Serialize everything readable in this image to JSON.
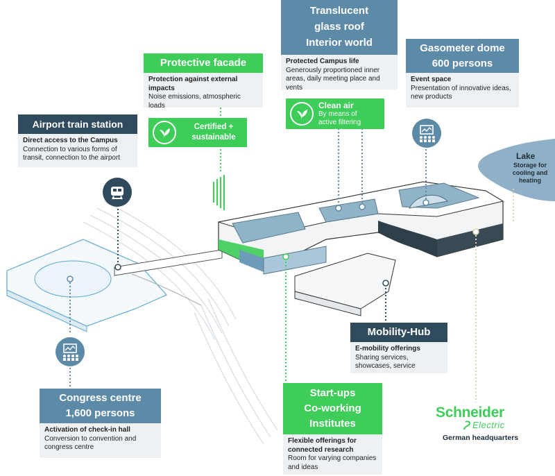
{
  "lake": {
    "title": "Lake",
    "line1": "Storage for",
    "line2": "cooling and",
    "line3": "heating"
  },
  "airport": {
    "title": "Airport train station",
    "bold": "Direct access to the Campus",
    "text": "Connection to various forms of transit, connection to the airport"
  },
  "facade": {
    "title": "Protective facade",
    "bold": "Protection against external impacts",
    "text": "Noise emissions, atmospheric loads",
    "badge1": "Certified +",
    "badge2": "sustainable"
  },
  "roof": {
    "line1": "Translucent",
    "line2": "glass roof",
    "line3": "Interior world",
    "bold": "Protected Campus life",
    "text": "Generously proportioned inner areas, daily meeting place and vents"
  },
  "cleanair": {
    "title": "Clean air",
    "line1": "By means of",
    "line2": "active filtering"
  },
  "dome": {
    "line1": "Gasometer dome",
    "line2": "600 persons",
    "bold": "Event space",
    "text": "Presentation of innovative ideas, new products"
  },
  "mobility": {
    "title": "Mobility-Hub",
    "bold": "E-mobility offerings",
    "text": "Sharing services, showcases, service"
  },
  "congress": {
    "line1": "Congress centre",
    "line2": "1,600 persons",
    "bold": "Activation of check-in hall",
    "text": "Conversion to convention and congress centre"
  },
  "startups": {
    "line1": "Start-ups",
    "line2": "Co-working",
    "line3": "Institutes",
    "bold": "Flexible offerings for connected research",
    "text": "Room for varying companies and ideas"
  },
  "logo": {
    "name": "Schneider",
    "sub": "Electric",
    "caption": "German headquarters"
  },
  "colors": {
    "navy": "#2f4a5c",
    "steel": "#5d8aa6",
    "green": "#3dcd58",
    "box": "#eef1f4",
    "lake": "#8fb0c6"
  }
}
